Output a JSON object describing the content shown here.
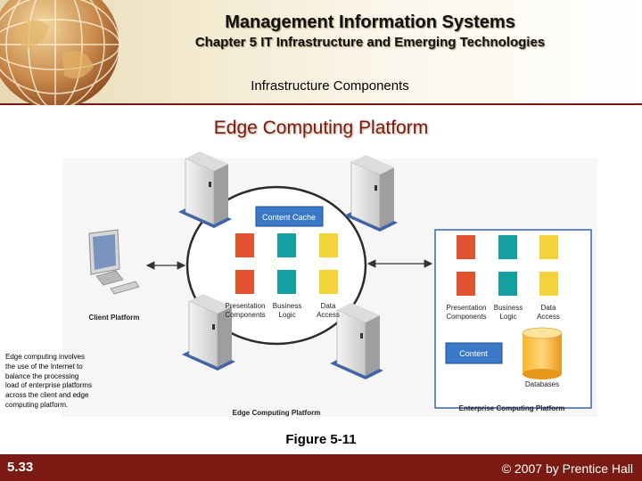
{
  "header": {
    "title": "Management Information Systems",
    "subtitle": "Chapter 5 IT Infrastructure and Emerging Technologies",
    "section": "Infrastructure Components"
  },
  "slide": {
    "title": "Edge Computing Platform",
    "description": "Edge computing involves the use of the Internet to balance the processing load of enterprise platforms across the client and edge computing platform.",
    "figure_label": "Figure 5-11"
  },
  "diagram": {
    "client_label": "Client Platform",
    "edge_label": "Edge Computing Platform",
    "enterprise_label": "Enterprise Computing Platform",
    "content_cache_label": "Content Cache",
    "content_label": "Content",
    "databases_label": "Databases",
    "components": {
      "presentation_1": "Presentation",
      "presentation_2": "Components",
      "business_1": "Business",
      "business_2": "Logic",
      "data_1": "Data",
      "data_2": "Access"
    },
    "colors": {
      "presentation": "#e0532e",
      "business": "#14a0a0",
      "data": "#f4d23a",
      "cache": "#3a78c8",
      "server": "#3f63a8"
    }
  },
  "footer": {
    "slide_number": "5.33",
    "copyright": "© 2007 by Prentice Hall"
  }
}
